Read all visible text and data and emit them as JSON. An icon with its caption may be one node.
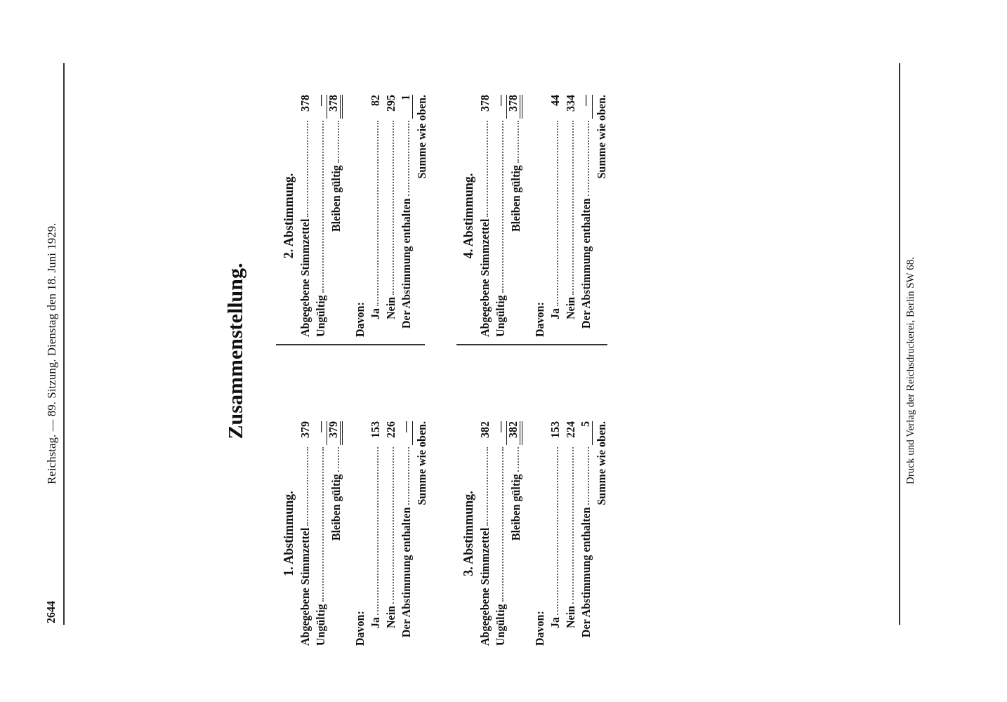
{
  "diagram": {
    "title": "Zusammenstellung.",
    "labels": [
      "2644",
      "Reichstag. — 89. Sitzung. Dienstag den 18. Juni 1929.",
      "1. Abstimmung.",
      "Abgegebene Stimmzettel",
      "379",
      "Ungültig",
      "—",
      "Bleiben gültig",
      "379",
      "Davon:",
      "Ja",
      "153",
      "Nein",
      "226",
      "Der Abstimmung enthalten",
      "—",
      "Summe wie oben.",
      "2. Abstimmung.",
      "Abgegebene Stimmzettel",
      "378",
      "Ungültig",
      "—",
      "Bleiben gültig",
      "378",
      "Davon:",
      "Ja",
      "82",
      "Nein",
      "295",
      "Der Abstimmung enthalten",
      "1",
      "Summe wie oben.",
      "3. Abstimmung.",
      "Abgegebene Stimmzettel",
      "382",
      "Ungültig",
      "—",
      "Bleiben gültig",
      "382",
      "Davon:",
      "Ja",
      "153",
      "Nein",
      "224",
      "Der Abstimmung enthalten",
      "5",
      "Summe wie oben.",
      "4. Abstimmung.",
      "Abgegebene Stimmzettel",
      "378",
      "Ungültig",
      "—",
      "Bleiben gültig",
      "378",
      "Davon:",
      "Ja",
      "44",
      "Nein",
      "334",
      "Der Abstimmung enthalten",
      "—",
      "Summe wie oben.",
      "Druck und Verlag der Reichsdruckerei, Berlin SW 68."
    ]
  }
}
